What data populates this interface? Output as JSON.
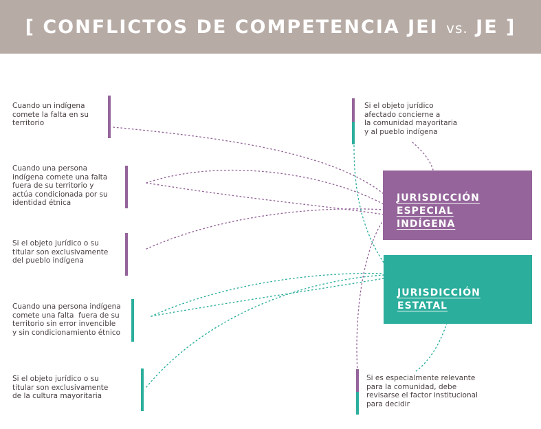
{
  "header": {
    "title_main": "[ CONFLICTOS DE COMPETENCIA JEI ",
    "title_vs": "vs.",
    "title_end": " JE ]"
  },
  "colors": {
    "header_bg": "#b7aba5",
    "purple": "#94649a",
    "teal": "#2bae9c",
    "text": "#4a4040"
  },
  "left_criteria": [
    {
      "text": "Cuando un indígena\ncomete la falta en su\nterritorio",
      "jurisdiction": "JEI"
    },
    {
      "text": "Cuando una persona\nindígena comete una falta\nfuera de su territorio y\nactúa condicionada por su\nidentidad étnica",
      "jurisdiction": "JEI"
    },
    {
      "text": "Si el objeto jurídico o su\ntitular son exclusivamente\ndel pueblo indígena",
      "jurisdiction": "JEI"
    },
    {
      "text": "Cuando una persona indígena\ncomete una falta  fuera de su\nterritorio sin error invencible\ny sin condicionamiento étnico",
      "jurisdiction": "JE"
    },
    {
      "text": "Si el objeto jurídico o su\ntitular son exclusivamente\nde la cultura mayoritaria",
      "jurisdiction": "JE"
    }
  ],
  "right_criteria": [
    {
      "text": "Si el objeto jurídico\nafectado concierne a\nla comunidad mayoritaria\ny al pueblo indígena"
    },
    {
      "text": "Si es especialmente relevante\npara la comunidad, debe\nrevisarse el factor institucional\npara decidir"
    }
  ],
  "boxes": {
    "jei": [
      "JURISDICCIÓN",
      "ESPECIAL",
      "INDÍGENA"
    ],
    "je": [
      "JURISDICCIÓN",
      "ESTATAL"
    ]
  }
}
